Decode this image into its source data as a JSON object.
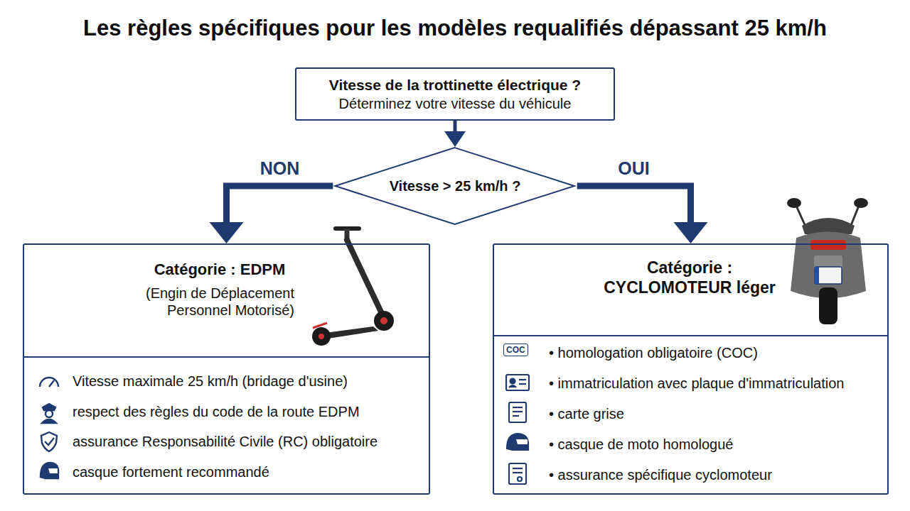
{
  "diagram": {
    "title": "Les règles spécifiques pour les modèles requalifiés dépassant 25 km/h",
    "nodes": [
      {
        "text": [
          "Vitesse de la trottinette électrique ?",
          "Déterminez votre vitesse du véhicule"
        ]
      },
      {
        "text": [
          "Vitesse > 25 km/h ?"
        ]
      },
      {
        "text": [
          "Catégorie : EDPM",
          "(Engin de Déplacement Personnel Motorisé)",
          "Vitesse maximale 25 km/h (bridage d'usine)",
          "respect des règles du code de la route EDPM",
          "assurance Responsabilité Civile (RC) obligatoire",
          "casque fortement recommandé"
        ]
      },
      {
        "text": [
          "Catégorie : CYCLOMOTEUR léger",
          "• homologation obligatoire (COC)",
          "• immatriculation avec plaque d'immatriculation",
          "• carte grise",
          "• casque de moto homologué",
          "• assurance spécifique cyclomoteur"
        ]
      }
    ],
    "edges": [
      {
        "from": 0,
        "to": 1,
        "arrow": "to"
      },
      {
        "from": 1,
        "to": 2,
        "label": "NON",
        "arrow": "to"
      },
      {
        "from": 1,
        "to": 3,
        "label": "OUI",
        "arrow": "to"
      }
    ],
    "labels": [
      "COC"
    ]
  }
}
